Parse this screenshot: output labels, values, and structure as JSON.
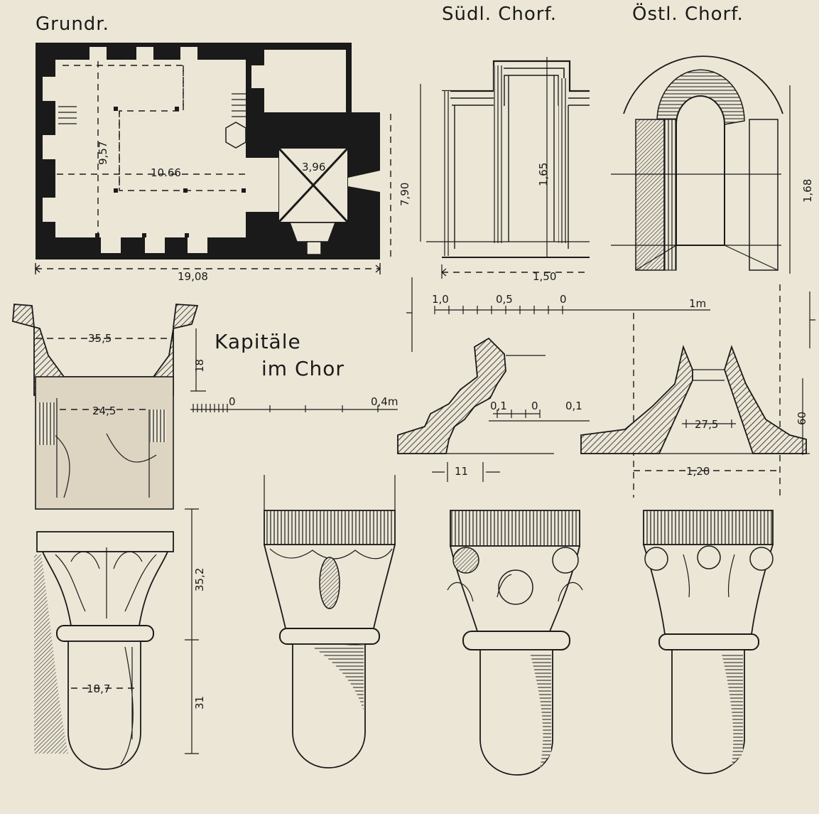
{
  "titles": {
    "grundriss": "Grundr.",
    "south_window": "Südl. Chorf.",
    "east_window": "Östl. Chorf.",
    "capitals_line1": "Kapitäle",
    "capitals_line2": "im Chor"
  },
  "plan_dims": {
    "length_total": "19,08",
    "nave_length": "10.66",
    "nave_width": "9,57",
    "choir_width": "7,90",
    "choir_bay": "3,96"
  },
  "south_window_dims": {
    "height": "1,65",
    "width": "1,50"
  },
  "east_window_dims": {
    "height": "1,68"
  },
  "window_scale": {
    "label_10": "1,0",
    "label_05": "0,5",
    "label_0": "0",
    "label_1m": "1m"
  },
  "window_sections": {
    "left_width": "11",
    "right_inner": "27,5",
    "right_width": "1,20",
    "right_height": "60",
    "scale_01a": "0,1",
    "scale_0": "0",
    "scale_01b": "0,1"
  },
  "capital_dims": {
    "abacus_top": "35,5",
    "abacus_height": "18",
    "bell_width": "24,5",
    "capital_height": "35,2",
    "shaft_width": "18,7",
    "corbel_height": "31"
  },
  "capital_scale": {
    "zero": "0",
    "end": "0,4m"
  }
}
